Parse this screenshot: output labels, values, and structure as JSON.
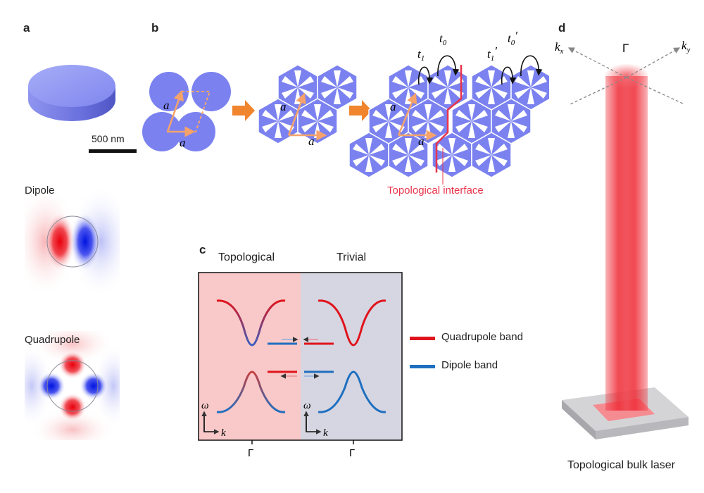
{
  "panel_a": {
    "label": "a",
    "scale_bar": "500 nm",
    "dipole_title": "Dipole",
    "quadrupole_title": "Quadrupole"
  },
  "panel_b": {
    "label": "b",
    "lattice_const": "a",
    "hop_t1": "t",
    "hop_t1_sub": "1",
    "hop_t0": "t",
    "hop_t0_sub": "0",
    "hop_t1p": "t",
    "hop_t1p_sub": "1",
    "hop_t0p": "t",
    "hop_t0p_sub": "0",
    "prime": "′",
    "interface_label": "Topological interface"
  },
  "panel_c": {
    "label": "c",
    "left_title": "Topological",
    "right_title": "Trivial",
    "omega": "ω",
    "k": "k",
    "gamma": "Γ",
    "legend": [
      {
        "label": "Quadrupole band",
        "color": "#e0141c"
      },
      {
        "label": "Dipole band",
        "color": "#1f6fc0"
      }
    ]
  },
  "panel_d": {
    "label": "d",
    "kx": "k",
    "kx_sub": "x",
    "ky": "k",
    "ky_sub": "y",
    "gamma": "Γ",
    "caption": "Topological bulk laser"
  },
  "colors": {
    "structure": "#7b82f0",
    "arrow_orange": "#f0852d",
    "interface_red": "#e8344a",
    "topo_bg": "#f9c9c9",
    "trivial_bg": "#d6d6e2",
    "beam": "#ef2b36"
  }
}
